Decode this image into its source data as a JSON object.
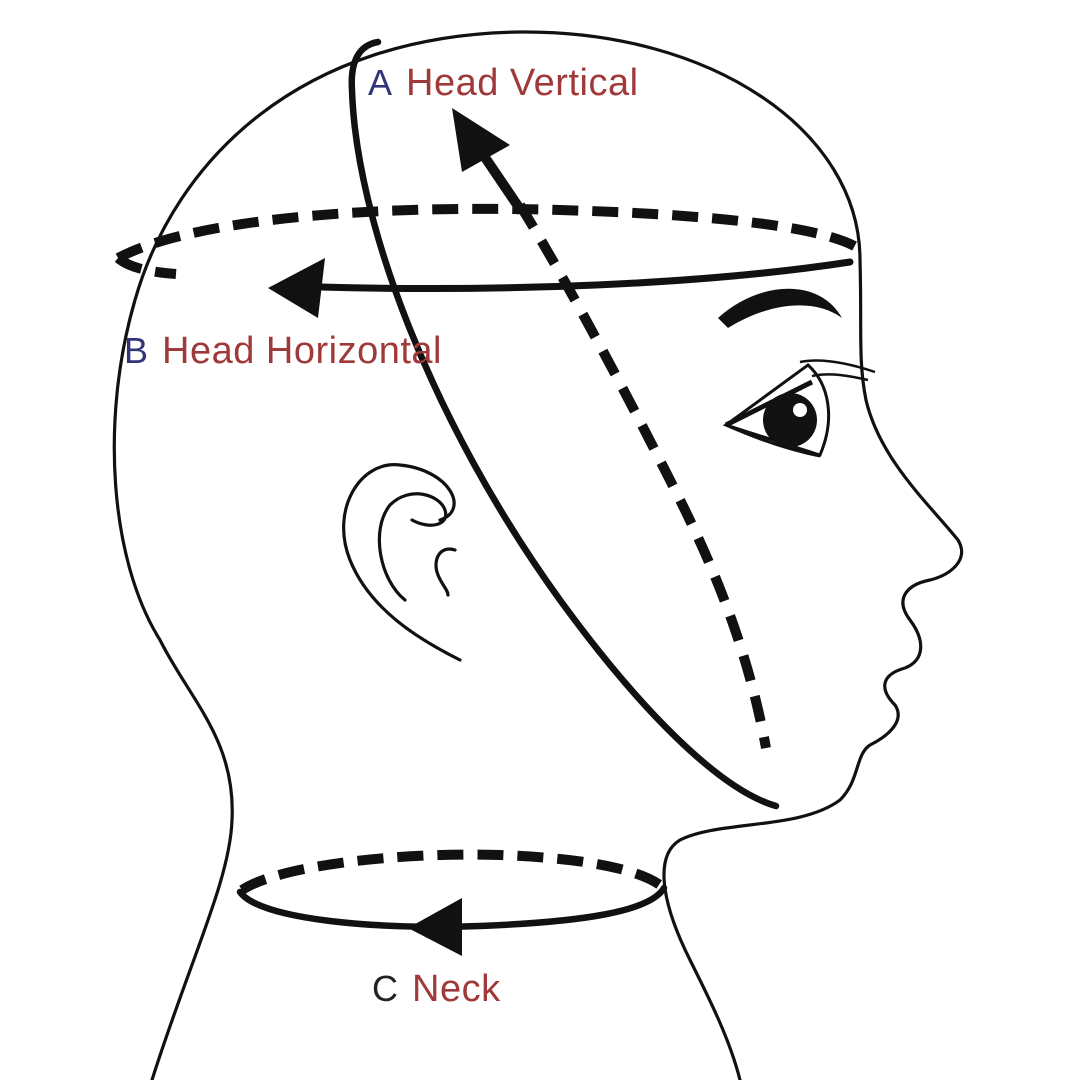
{
  "colors": {
    "line": "#111111",
    "measure_name": "#a0393a",
    "letter_a": "#33337a",
    "letter_b": "#33337a",
    "letter_c": "#222222"
  },
  "measurements": [
    {
      "letter": "A",
      "name": "Head Vertical"
    },
    {
      "letter": "B",
      "name": "Head Horizontal"
    },
    {
      "letter": "C",
      "name": "Neck"
    }
  ]
}
